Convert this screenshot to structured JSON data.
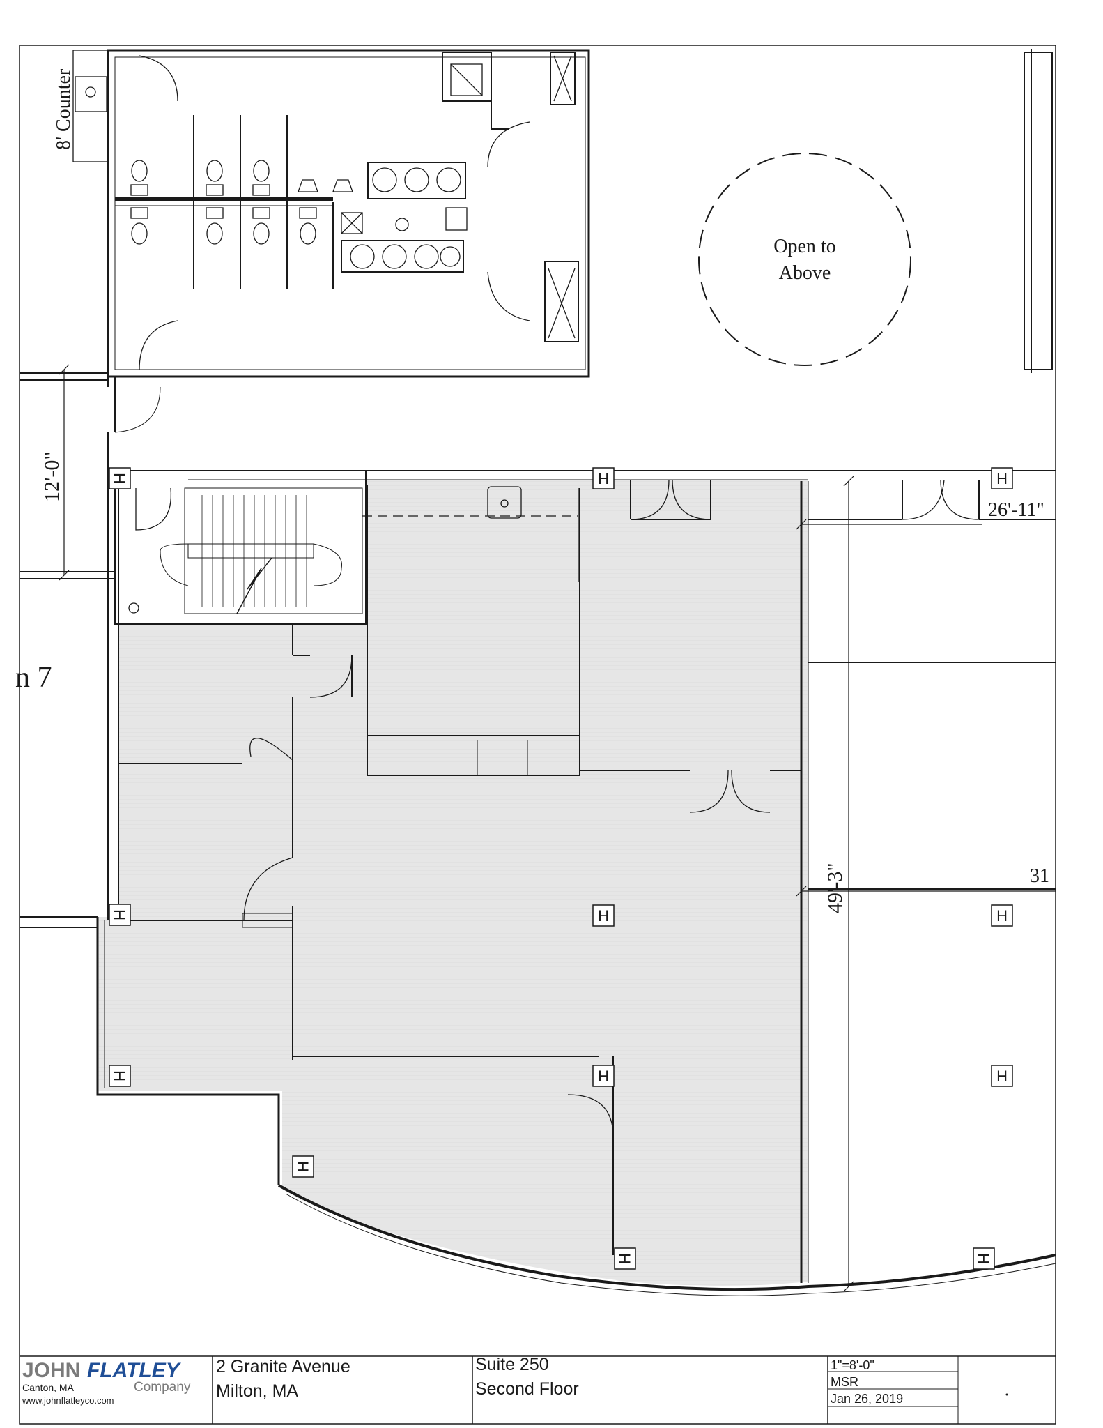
{
  "labels": {
    "counter": "8' Counter",
    "open_above_line1": "Open to",
    "open_above_line2": "Above",
    "dim_12": "12'-0\"",
    "dim_26": "26'-11\"",
    "dim_49": "49'-3\"",
    "dim_31": "31",
    "neighbor_suite": "n 7",
    "hvac": "H"
  },
  "title_block": {
    "logo_john": "JOHN",
    "logo_flatley": "FLATLEY",
    "logo_company": "Company",
    "location": "Canton, MA",
    "website": "www.johnflatleyco.com",
    "address_line1": "2 Granite Avenue",
    "address_line2": "Milton, MA",
    "suite": "Suite 250",
    "floor": "Second Floor",
    "scale": "1\"=8'-0\"",
    "drawn_by": "MSR",
    "date": "Jan 26, 2019"
  },
  "colors": {
    "line": "#1a1a1a",
    "suite_fill": "#e6e6e6",
    "logo_grey": "#7a7a7a",
    "logo_blue": "#1f4e96"
  }
}
